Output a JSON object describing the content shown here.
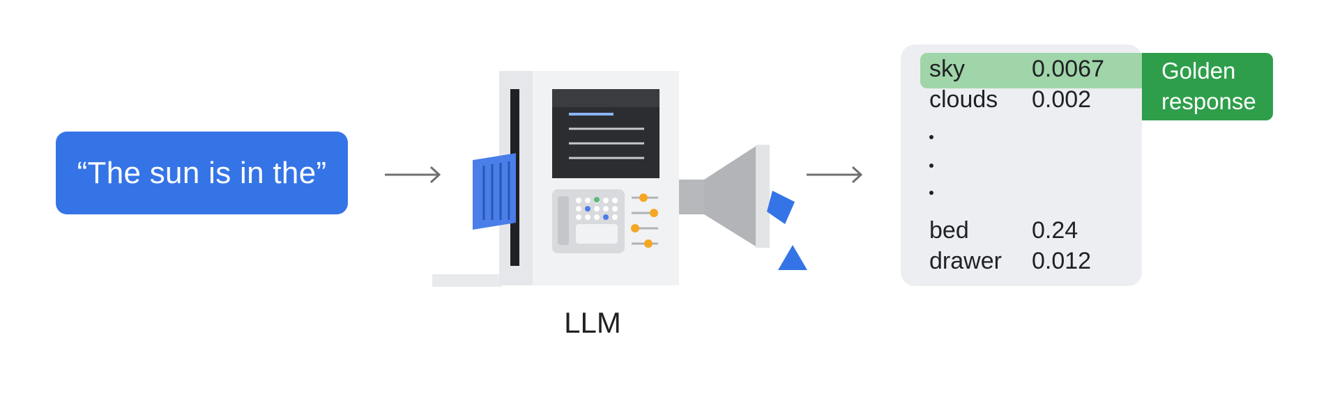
{
  "prompt": {
    "text": "“The sun is in the”"
  },
  "model": {
    "label": "LLM"
  },
  "output": {
    "rows_top": [
      {
        "word": "sky",
        "prob": "0.0067"
      },
      {
        "word": "clouds",
        "prob": "0.002"
      }
    ],
    "rows_bottom": [
      {
        "word": "bed",
        "prob": "0.24"
      },
      {
        "word": "drawer",
        "prob": "0.012"
      }
    ],
    "golden_label_line1": "Golden",
    "golden_label_line2": "response"
  },
  "colors": {
    "prompt_bg": "#3574e6",
    "highlight": "#9fd5a9",
    "golden_bg": "#2e9e4b",
    "panel_bg": "#eceef1"
  }
}
